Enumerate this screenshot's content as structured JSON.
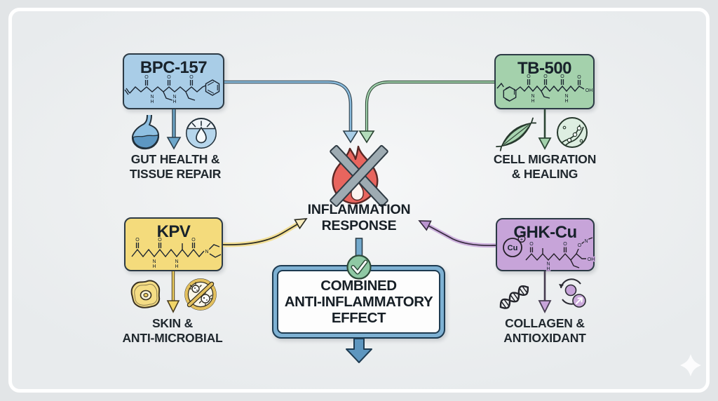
{
  "colors": {
    "bpc157_fill": "#a9cde7",
    "tb500_fill": "#a4d1ac",
    "kpv_fill": "#f4db7c",
    "ghkcu_fill": "#c7a4d9",
    "outline_dark": "#2c3a45",
    "flame_red": "#e8655e",
    "cross_gray": "#9eabb2",
    "check_green": "#8fc9a4",
    "combined_border_blue": "#7eb1d3",
    "frame_white": "#ffffff",
    "background": "#eef0f1"
  },
  "peptides": [
    {
      "name": "BPC-157",
      "effect_line1": "GUT HEALTH &",
      "effect_line2": "TISSUE REPAIR",
      "icon1": "stomach",
      "icon2": "skin-follicle-droplet"
    },
    {
      "name": "TB-500",
      "effect_line1": "CELL MIGRATION",
      "effect_line2": "& HEALING",
      "icon1": "muscle-fiber",
      "icon2": "blood-vessel-cells"
    },
    {
      "name": "KPV",
      "effect_line1": "SKIN &",
      "effect_line2": "ANTI-MICROBIAL",
      "icon1": "skin-cell",
      "icon2": "crossed-out-microbes"
    },
    {
      "name": "GHK-Cu",
      "effect_line1": "COLLAGEN &",
      "effect_line2": "ANTIOXIDANT",
      "icon1": "dna-helix",
      "icon2": "regeneration-cycle"
    }
  ],
  "center": {
    "title_line1": "INFLAMMATION",
    "title_line2": "RESPONSE",
    "icon": "crossed-out-flame"
  },
  "result": {
    "line1": "COMBINED",
    "line2": "ANTI-INFLAMMATORY",
    "line3": "EFFECT",
    "icon": "green-checkmark"
  },
  "atoms": {
    "o": "O",
    "n": "N",
    "h": "H",
    "oh": "OH",
    "cu": "Cu",
    "plus": "+"
  }
}
